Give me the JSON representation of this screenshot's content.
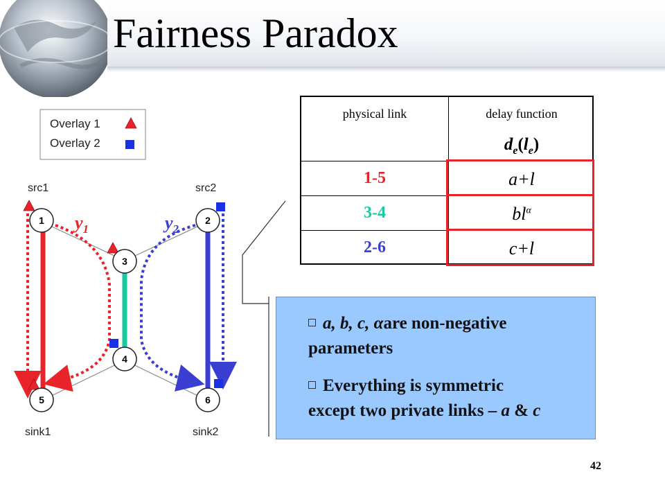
{
  "slide": {
    "title": "Fairness Paradox",
    "page_number": "42"
  },
  "legend": {
    "items": [
      {
        "label": "Overlay 1",
        "marker": "triangle",
        "color": "#e8232a"
      },
      {
        "label": "Overlay 2",
        "marker": "square",
        "color": "#1a2fe6"
      }
    ]
  },
  "diagram": {
    "node_labels": {
      "n1": "1",
      "n2": "2",
      "n3": "3",
      "n4": "4",
      "n5": "5",
      "n6": "6"
    },
    "endpoint_labels": {
      "src1": "src1",
      "src2": "src2",
      "sink1": "sink1",
      "sink2": "sink2"
    },
    "flow_labels": {
      "y1": "y",
      "y1_sub": "1",
      "y2": "y",
      "y2_sub": "2"
    },
    "colors": {
      "red": "#e8232a",
      "blue": "#3a3fd1",
      "teal": "#19c9a0",
      "gray": "#888888",
      "square": "#1a2fe6"
    }
  },
  "table": {
    "headers": {
      "link": "physical link",
      "delay": "delay function"
    },
    "delay_symbol": {
      "d": "d",
      "e_sub": "e",
      "open": "(",
      "l": "l",
      "l_sub": "e",
      "close": ")"
    },
    "rows": [
      {
        "link": "1-5",
        "link_color": "#e8232a",
        "func": "a+l"
      },
      {
        "link": "3-4",
        "link_color": "#19c9a0",
        "func": "bl",
        "func_sup": "α"
      },
      {
        "link": "2-6",
        "link_color": "#3a3fd1",
        "func": "c+l"
      }
    ]
  },
  "notes": {
    "line1a": "a, b, c, α",
    "line1b": "are non-negative",
    "line1c": "parameters",
    "line2a": "Everything is symmetric",
    "line2b": "except two private links – ",
    "line2c": "a",
    "line2d": " & ",
    "line2e": "c"
  }
}
